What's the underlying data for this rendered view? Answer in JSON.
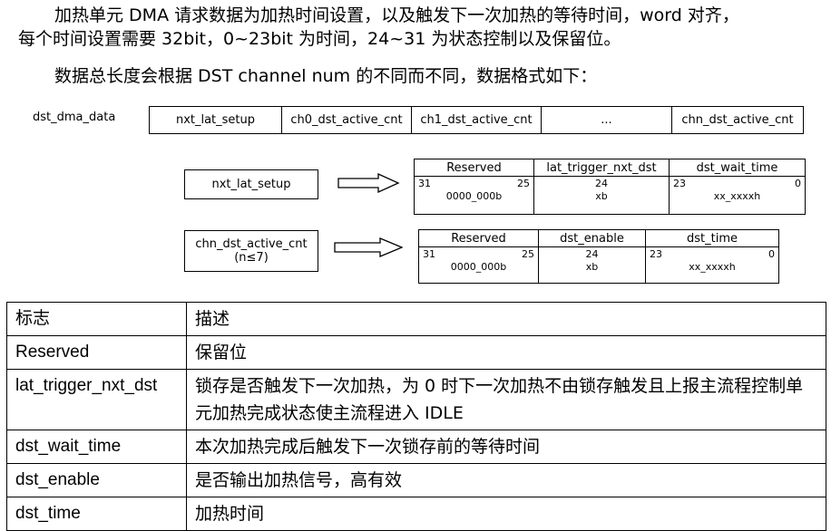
{
  "intro": {
    "line1": "加热单元 DMA 请求数据为加热时间设置，以及触发下一次加热的等待时间，word 对齐，",
    "line2": "每个时间设置需要 32bit，0~23bit 为时间，24~31 为状态控制以及保留位。",
    "line3": "数据总长度会根据 DST channel num 的不同而不同，数据格式如下："
  },
  "dma_row": {
    "label": "dst_dma_data",
    "cells": [
      "nxt_lat_setup",
      "ch0_dst_active_cnt",
      "ch1_dst_active_cnt",
      "...",
      "chn_dst_active_cnt"
    ]
  },
  "setup_block": {
    "source_label": "nxt_lat_setup",
    "fields": [
      {
        "name": "Reserved",
        "hi": "31",
        "lo": "25",
        "value": "0000_000b"
      },
      {
        "name": "lat_trigger_nxt_dst",
        "bit": "24",
        "value": "xb"
      },
      {
        "name": "dst_wait_time",
        "hi": "23",
        "lo": "0",
        "value": "xx_xxxxh"
      }
    ]
  },
  "active_block": {
    "source_label_line1": "chn_dst_active_cnt",
    "source_label_line2": "(n≤7)",
    "fields": [
      {
        "name": "Reserved",
        "hi": "31",
        "lo": "25",
        "value": "0000_000b"
      },
      {
        "name": "dst_enable",
        "bit": "24",
        "value": "xb"
      },
      {
        "name": "dst_time",
        "hi": "23",
        "lo": "0",
        "value": "xx_xxxxh"
      }
    ]
  },
  "table": {
    "header": [
      "标志",
      "描述"
    ],
    "rows": [
      {
        "flag": "Reserved",
        "desc": "保留位"
      },
      {
        "flag": "lat_trigger_nxt_dst",
        "desc": "锁存是否触发下一次加热，为 0 时下一次加热不由锁存触发且上报主流程控制单元加热完成状态使主流程进入 IDLE"
      },
      {
        "flag": "dst_wait_time",
        "desc": "本次加热完成后触发下一次锁存前的等待时间"
      },
      {
        "flag": "dst_enable",
        "desc": "是否输出加热信号，高有效"
      },
      {
        "flag": "dst_time",
        "desc": "加热时间"
      }
    ]
  }
}
